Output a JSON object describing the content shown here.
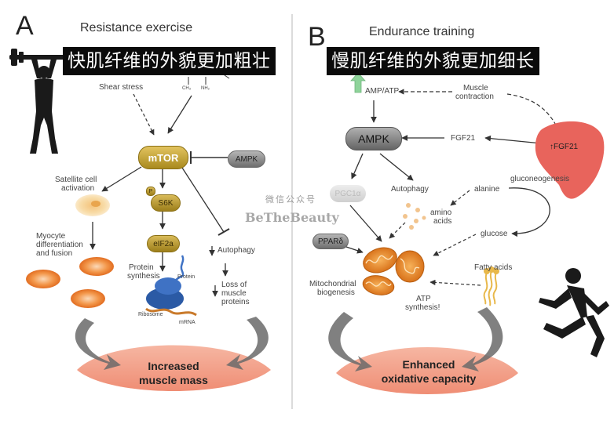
{
  "panel_a": {
    "letter": "A",
    "title": "Resistance exercise",
    "banner": "快肌纤维的外貌更加粗壮",
    "labels": {
      "shear_stress": "Shear stress",
      "ch3": "CH₃",
      "nh2": "NH₂",
      "mtor": "mTOR",
      "ampk": "AMPK",
      "satellite_line1": "Satellite cell",
      "satellite_line2": "activation",
      "p": "P",
      "s6k": "S6K",
      "eif2a": "eIF2a",
      "myocyte_line1": "Myocyte",
      "myocyte_line2": "differentiation",
      "myocyte_line3": "and fusion",
      "protein_synthesis_line1": "Protein",
      "protein_synthesis_line2": "synthesis",
      "protein": "Protein",
      "ribosome": "Ribosome",
      "mrna": "mRNA",
      "autophagy": "Autophagy",
      "loss_line1": "Loss of",
      "loss_line2": "muscle",
      "loss_line3": "proteins"
    },
    "outcome_line1": "Increased",
    "outcome_line2": "muscle mass"
  },
  "panel_b": {
    "letter": "B",
    "title": "Endurance training",
    "banner": "慢肌纤维的外貌更加细长",
    "labels": {
      "amp_atp": "AMP/ATP",
      "muscle_contraction_line1": "Muscle",
      "muscle_contraction_line2": "contraction",
      "ampk": "AMPK",
      "fgf21_left": "FGF21",
      "fgf21_liver": "FGF21",
      "pgc": "PGC1α",
      "autophagy": "Autophagy",
      "gluconeogenesis": "gluconeogenesis",
      "alanine": "alanine",
      "amino_line1": "amino",
      "amino_line2": "acids",
      "glucose": "glucose",
      "ppar": "PPARδ",
      "fatty_acids": "Fatty acids",
      "mito_line1": "Mitochondrial",
      "mito_line2": "biogenesis",
      "atp_line1": "ATP",
      "atp_line2": "synthesis!"
    },
    "outcome_line1": "Enhanced",
    "outcome_line2": "oxidative capacity"
  },
  "watermark": {
    "line1": "微信公众号",
    "line2": "BeTheBeauty"
  },
  "colors": {
    "mtor_gold": "#c9a938",
    "ampk_gray": "#8a8a8a",
    "muscle_pink": "#f3a08c",
    "liver_red": "#e8645c",
    "mito_orange": "#e98a2a",
    "cell_orange": "#f08a3c",
    "up_arrow_green": "#8ed39a",
    "banner_black": "#0b0b0b"
  },
  "icons": {
    "weightlifter": "weightlifter-silhouette-icon",
    "runner": "runner-silhouette-icon"
  }
}
